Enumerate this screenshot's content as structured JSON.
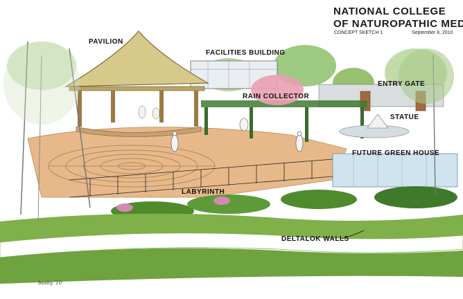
{
  "title": {
    "line1": "NATIONAL COLLEGE",
    "line2": "OF NATUROPATHIC MEDICINE",
    "sketch_label": "CONCEPT SKETCH 1",
    "date": "September 8, 2010"
  },
  "labels": {
    "pavilion": "PAVILION",
    "facilities_building": "FACILITIES BUILDING",
    "rain_collector": "RAIN COLLECTOR",
    "entry_gate": "ENTRY GATE",
    "statue": "STATUE",
    "future_green_house": "FUTURE GREEN HOUSE",
    "labyrinth": "LABYRINTH",
    "deltalok_walls": "DELTALOK WALLS"
  },
  "signature": "bushy '10",
  "colors": {
    "paving": "#e7b98a",
    "grass": "#7fb04a",
    "dark_grass": "#4f8a2c",
    "sky_tint": "#cfe4ee",
    "pavilion_roof": "#d6c98a",
    "blossom": "#e9a0b4"
  }
}
